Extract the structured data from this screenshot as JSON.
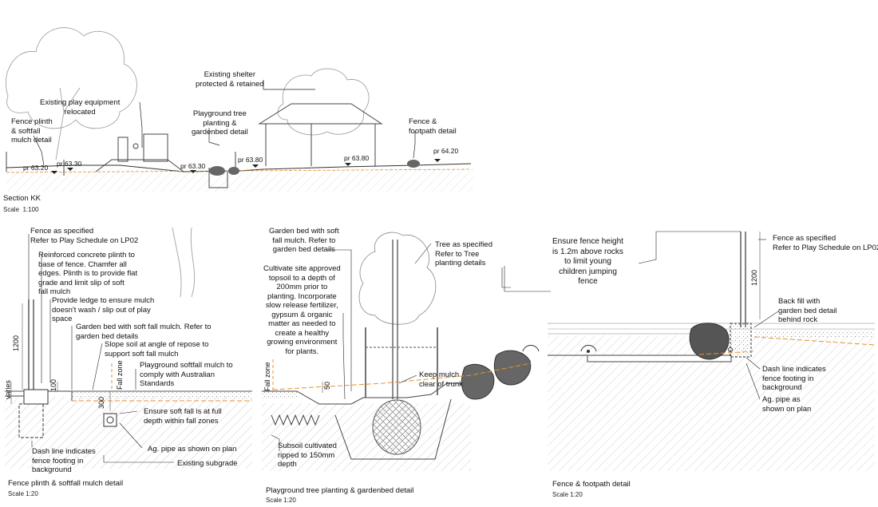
{
  "section_kk": {
    "labels": {
      "fence_plinth": "Fence plinth\n& softfall\nmulch detail",
      "play_equipment": "Existing play equipment\nrelocated",
      "shelter": "Existing shelter\nprotected & retained",
      "tree_planting": "Playground tree\nplanting &\ngardenbed detail",
      "fence_footpath": "Fence &\nfootpath detail"
    },
    "levels": [
      "pr 63.20",
      "pr 63.30",
      "pr 63.30",
      "pr 63.80",
      "pr 63.80",
      "pr 64.20"
    ],
    "title": "Section KK",
    "scale": "Scale  1:100"
  },
  "detail_plinth": {
    "notes": {
      "fence": "Fence as specified\nRefer to Play Schedule on LP02",
      "plinth": "Reinforced concrete plinth to\nbase of fence. Chamfer all\nedges. Plinth is to provide flat\ngrade and limit slip of soft\nfall mulch",
      "ledge": "Provide ledge to ensure mulch\ndoesn't wash / slip out of play\nspace",
      "garden_bed": "Garden bed with soft fall mulch. Refer to\ngarden bed details",
      "slope": "Slope soil at angle of repose to\nsupport soft fall mulch",
      "softfall": "Playground softfall mulch to\ncomply with Australian\nStandards",
      "ensure_depth": "Ensure soft fall is at full\ndepth within fall zones",
      "ag_pipe": "Ag. pipe as shown on plan",
      "subgrade": "Existing subgrade",
      "dash_line": "Dash line indicates\nfence footing in\nbackground"
    },
    "dims": {
      "h1200": "1200",
      "varies": "varies",
      "d100": "100",
      "d300": "300",
      "fall_zone": "Fall zone"
    },
    "title": "Fence plinth & softfall mulch detail",
    "scale": "Scale 1:20"
  },
  "detail_tree": {
    "notes": {
      "garden_bed": "Garden bed with soft\nfall mulch. Refer to\ngarden bed details",
      "cultivate": "Cultivate site approved\ntopsoil to a depth of\n200mm prior to\nplanting. Incorporate\nslow release fertilizer,\ngypsum & organic\nmatter as needed to\ncreate a healthy\ngrowing environment\nfor plants.",
      "tree": "Tree as specified\nRefer to Tree\nplanting details",
      "keep_mulch": "Keep mulch\nclear of trunk",
      "subsoil": "Subsoil cultivated\nripped to 150mm\ndepth"
    },
    "dims": {
      "fall_zone": "Fall zone",
      "d50": "50"
    },
    "title": "Playground tree planting & gardenbed detail",
    "scale": "Scale 1:20"
  },
  "detail_fence": {
    "notes": {
      "ensure_height": "Ensure fence height\nis 1.2m above rocks\nto limit young\nchildren jumping\nfence",
      "fence": "Fence as specified\nRefer to Play Schedule on LP02",
      "backfill": "Back fill with\ngarden bed detail\nbehind rock",
      "dash_line": "Dash line indicates\nfence footing in\nbackground",
      "ag_pipe": "Ag. pipe as\nshown on plan"
    },
    "dims": {
      "h1200": "1200"
    },
    "title": "Fence & footpath detail",
    "scale": "Scale 1:20"
  },
  "colors": {
    "line": "#222222",
    "orange": "#e8912d",
    "hatch": "#9a9a9a",
    "rock": "#555555"
  }
}
